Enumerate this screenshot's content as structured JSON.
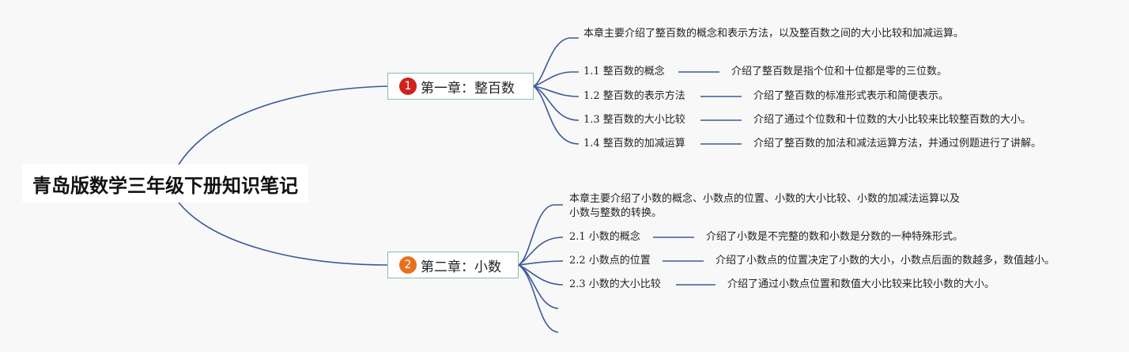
{
  "root": {
    "title": "青岛版数学三年级下册知识笔记"
  },
  "chapters": [
    {
      "number": "1",
      "badge_color": "#d0211c",
      "title": "第一章：整百数",
      "summary": "本章主要介绍了整百数的概念和表示方法，以及整百数之间的大小比较和加减运算。",
      "sections": [
        {
          "title": "1.1 整百数的概念",
          "desc": "介绍了整百数是指个位和十位都是零的三位数。"
        },
        {
          "title": "1.2 整百数的表示方法",
          "desc": "介绍了整百数的标准形式表示和简便表示。"
        },
        {
          "title": "1.3 整百数的大小比较",
          "desc": "介绍了通过个位数和十位数的大小比较来比较整百数的大小。"
        },
        {
          "title": "1.4 整百数的加减运算",
          "desc": "介绍了整百数的加法和减法运算方法，并通过例题进行了讲解。"
        }
      ]
    },
    {
      "number": "2",
      "badge_color": "#e8701c",
      "title": "第二章：小数",
      "summary": "本章主要介绍了小数的概念、小数点的位置、小数的大小比较、小数的加减法运算以及小数与整数的转换。",
      "sections": [
        {
          "title": "2.1 小数的概念",
          "desc": "介绍了小数是不完整的数和小数是分数的一种特殊形式。"
        },
        {
          "title": "2.2 小数点的位置",
          "desc": "介绍了小数点的位置决定了小数的大小，小数点后面的数越多，数值越小。"
        },
        {
          "title": "2.3 小数的大小比较",
          "desc": "介绍了通过小数点位置和数值大小比较来比较小数的大小。"
        }
      ]
    }
  ],
  "colors": {
    "connector": "#3a5a98",
    "chapter_border": "#8fb9ab"
  }
}
